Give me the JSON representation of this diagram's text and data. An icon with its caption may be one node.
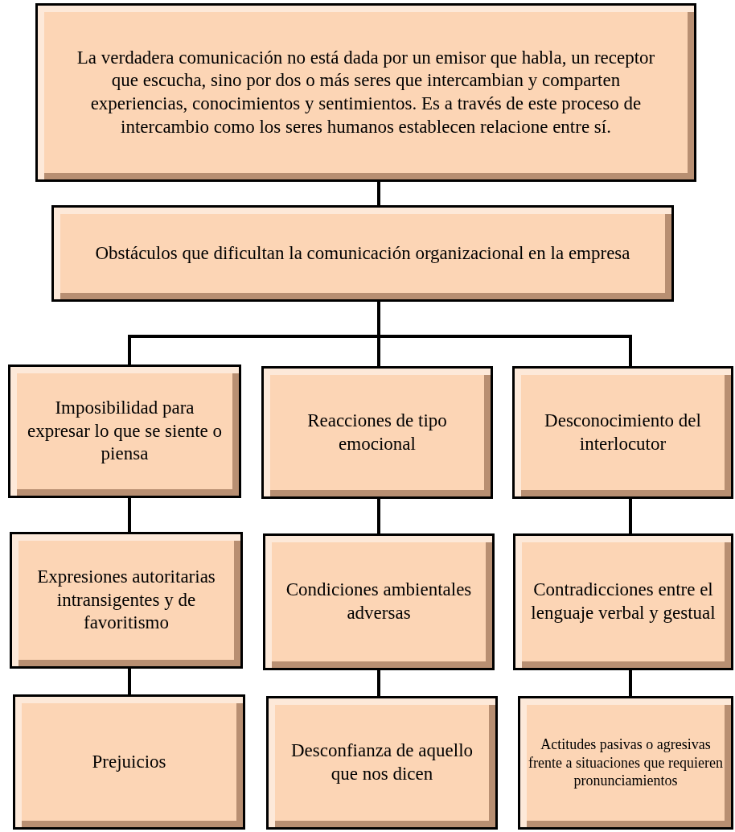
{
  "diagram": {
    "nodes": [
      {
        "text": [
          "La verdadera comunicación no está dada por un emisor que habla, un receptor que escucha, sino por dos o más seres que intercambian y comparten experiencias, conocimientos y sentimientos. Es a través de este proceso de intercambio como los seres humanos establecen relacione entre sí."
        ]
      },
      {
        "text": [
          "Obstáculos que dificultan la comunicación organizacional en la empresa"
        ]
      },
      {
        "text": [
          "Imposibilidad para expresar lo que se siente o piensa"
        ]
      },
      {
        "text": [
          "Reacciones de tipo emocional"
        ]
      },
      {
        "text": [
          "Desconocimiento del interlocutor"
        ]
      },
      {
        "text": [
          "Expresiones autoritarias intransigentes y de favoritismo"
        ]
      },
      {
        "text": [
          "Condiciones ambientales adversas"
        ]
      },
      {
        "text": [
          "Contradicciones entre el lenguaje verbal y gestual"
        ]
      },
      {
        "text": [
          "Prejuicios"
        ]
      },
      {
        "text": [
          "Desconfianza de aquello que nos dicen"
        ]
      },
      {
        "text": [
          "Actitudes pasivas o agresivas frente a situaciones que requieren pronunciamientos"
        ]
      }
    ],
    "edges": [
      {
        "from": 0,
        "to": 1,
        "arrow": "none"
      },
      {
        "from": 1,
        "to": 2,
        "arrow": "none"
      },
      {
        "from": 1,
        "to": 3,
        "arrow": "none"
      },
      {
        "from": 1,
        "to": 4,
        "arrow": "none"
      },
      {
        "from": 2,
        "to": 5,
        "arrow": "none"
      },
      {
        "from": 3,
        "to": 6,
        "arrow": "none"
      },
      {
        "from": 4,
        "to": 7,
        "arrow": "none"
      },
      {
        "from": 5,
        "to": 8,
        "arrow": "none"
      },
      {
        "from": 6,
        "to": 9,
        "arrow": "none"
      },
      {
        "from": 7,
        "to": 10,
        "arrow": "none"
      }
    ]
  }
}
